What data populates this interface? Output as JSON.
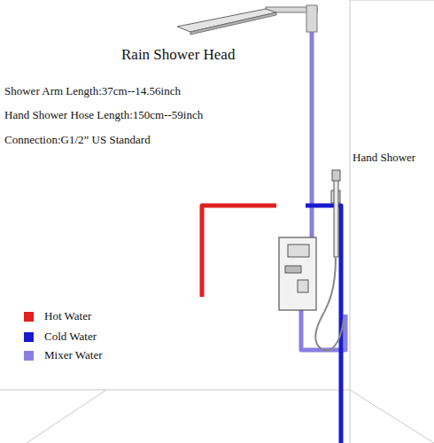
{
  "diagram": {
    "labels": [
      "Rain Shower Head",
      "Shower Arm Length:37cm--14.56inch",
      "Hand Shower Hose Length:150cm--59inch",
      "Connection:G1/2”  US Standard",
      "Hand Shower"
    ],
    "legend": [
      {
        "text": "Hot Water",
        "color": "#e02020"
      },
      {
        "text": "Cold Water",
        "color": "#1a1acc"
      },
      {
        "text": "Mixer Water",
        "color": "#8a7fe0"
      }
    ]
  }
}
